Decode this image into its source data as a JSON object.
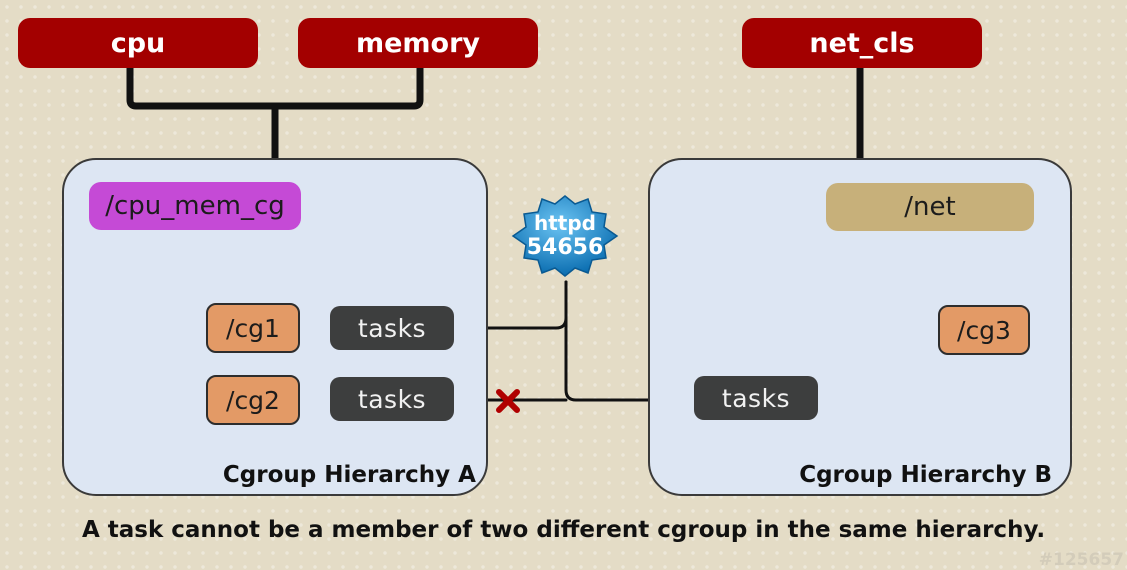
{
  "subsystems": {
    "cpu": "cpu",
    "memory": "memory",
    "net_cls": "net_cls"
  },
  "hierarchy_a": {
    "title": "Cgroup Hierarchy A",
    "root": "/cpu_mem_cg",
    "children": [
      {
        "name": "/cg1",
        "tasks_label": "tasks"
      },
      {
        "name": "/cg2",
        "tasks_label": "tasks"
      }
    ]
  },
  "hierarchy_b": {
    "title": "Cgroup Hierarchy B",
    "root": "/net",
    "children": [
      {
        "name": "/cg3",
        "tasks_label": "tasks"
      }
    ]
  },
  "task": {
    "name": "httpd",
    "pid": "54656"
  },
  "caption": "A task cannot be a member of two different cgroup in the same hierarchy.",
  "watermark": "#125657",
  "colors": {
    "subsystem": "#a30000",
    "root_a": "#c54ad6",
    "root_b": "#c7b07a",
    "cgroup": "#e39a66",
    "tasks": "#3d3e3e",
    "pane": "#dde6f3",
    "badge": "#1a8fd6",
    "conflict": "#b00000"
  }
}
